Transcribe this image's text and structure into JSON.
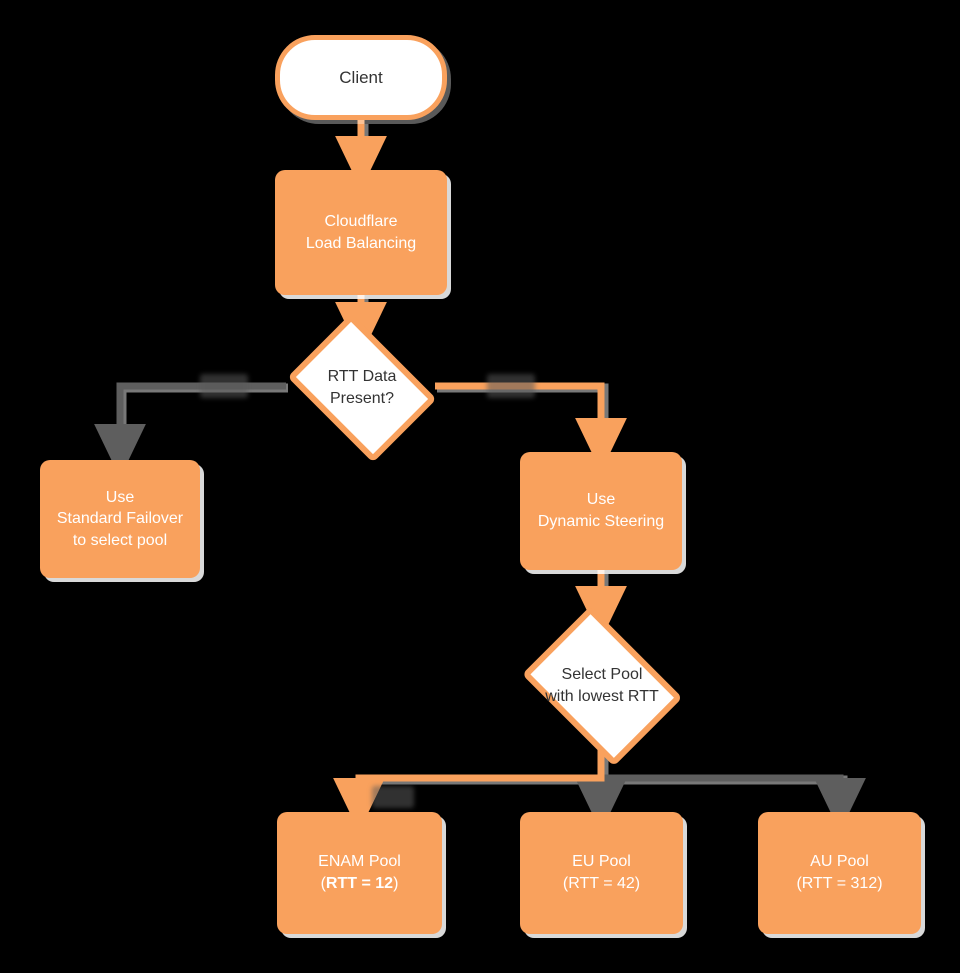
{
  "diagram": {
    "title": "Cloudflare Load Balancing dynamic steering decision flow",
    "type": "flowchart",
    "background_color": "#000000",
    "colors": {
      "node_fill": "#F9A15D",
      "node_accent": "#F9A15D",
      "node_text_on_fill": "#FFFFFF",
      "decision_fill": "#FFFFFF",
      "decision_text": "#333333",
      "edge_active": "#F9A15D",
      "edge_inactive": "#5E5E5E",
      "shadow": "#FFFFFF"
    },
    "nodes": [
      {
        "id": "client",
        "label": "Client",
        "shape": "terminal"
      },
      {
        "id": "clb",
        "label": "Cloudflare\nLoad Balancing",
        "shape": "process",
        "line1": "Cloudflare",
        "line2": "Load Balancing"
      },
      {
        "id": "rtt_check",
        "label": "RTT Data Present?",
        "shape": "decision",
        "line1": "RTT Data",
        "line2": "Present?"
      },
      {
        "id": "failover",
        "label": "Use Standard Failover to select pool",
        "shape": "process",
        "line1": "Use",
        "line2": "Standard Failover",
        "line3": "to select pool"
      },
      {
        "id": "dynamic",
        "label": "Use Dynamic Steering",
        "shape": "process",
        "line1": "Use",
        "line2": "Dynamic Steering"
      },
      {
        "id": "select_pool",
        "label": "Select Pool with lowest RTT",
        "shape": "decision",
        "line1": "Select Pool",
        "line2": "with lowest RTT"
      },
      {
        "id": "enam",
        "label": "ENAM Pool (RTT = 12)",
        "shape": "process",
        "line1": "ENAM Pool",
        "line2": "(RTT = 12)",
        "rtt": 12,
        "selected": true,
        "rtt_open": "(",
        "rtt_body": "RTT = 12",
        "rtt_close": ")"
      },
      {
        "id": "eu",
        "label": "EU Pool (RTT = 42)",
        "shape": "process",
        "line1": "EU Pool",
        "line2": "(RTT = 42)",
        "rtt": 42,
        "selected": false
      },
      {
        "id": "au",
        "label": "AU Pool (RTT = 312)",
        "shape": "process",
        "line1": "AU Pool",
        "line2": "(RTT = 312)",
        "rtt": 312,
        "selected": false
      }
    ],
    "edges": [
      {
        "from": "client",
        "to": "clb",
        "label": "",
        "state": "active"
      },
      {
        "from": "clb",
        "to": "rtt_check",
        "label": "",
        "state": "active"
      },
      {
        "from": "rtt_check",
        "to": "failover",
        "label": "",
        "state": "inactive",
        "label_illegible": true
      },
      {
        "from": "rtt_check",
        "to": "dynamic",
        "label": "",
        "state": "active",
        "label_illegible": true
      },
      {
        "from": "dynamic",
        "to": "select_pool",
        "label": "",
        "state": "active"
      },
      {
        "from": "select_pool",
        "to": "enam",
        "label": "",
        "state": "active",
        "label_illegible": true
      },
      {
        "from": "select_pool",
        "to": "eu",
        "label": "",
        "state": "inactive"
      },
      {
        "from": "select_pool",
        "to": "au",
        "label": "",
        "state": "inactive"
      }
    ]
  }
}
